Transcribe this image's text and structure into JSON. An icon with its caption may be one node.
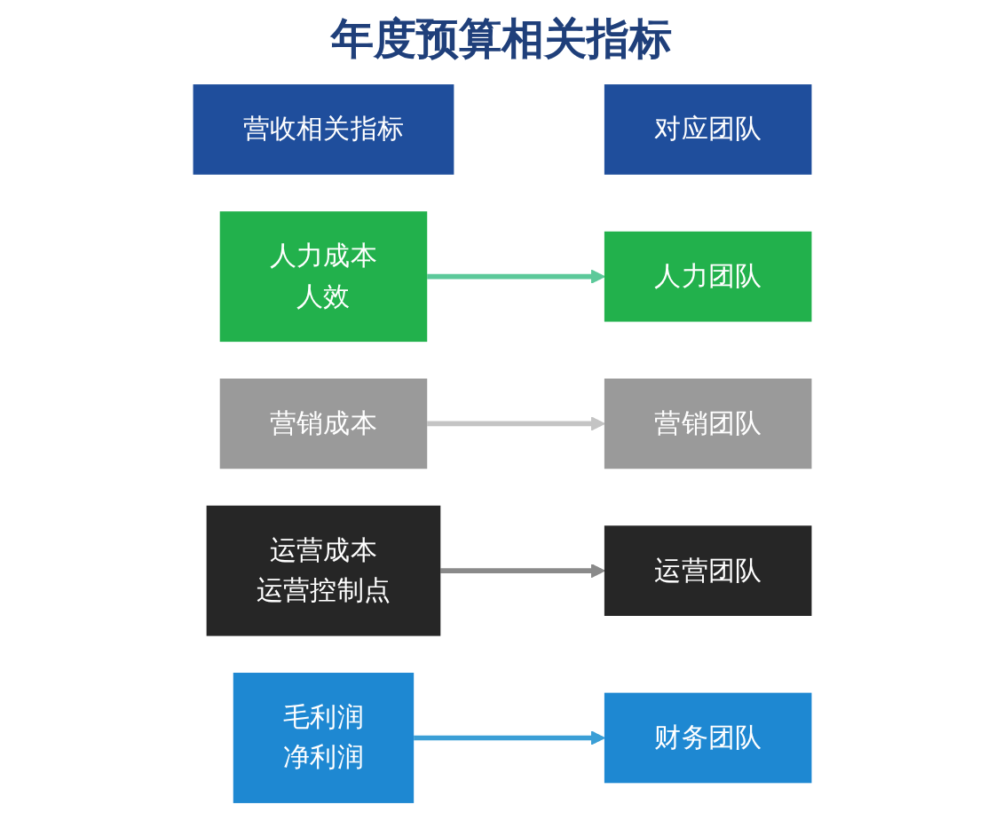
{
  "diagram": {
    "title": "年度预算相关指标",
    "nodes": [
      {
        "text": [
          "营收相关指标"
        ]
      },
      {
        "text": [
          "对应团队"
        ]
      },
      {
        "text": [
          "人力成本",
          "人效"
        ]
      },
      {
        "text": [
          "人力团队"
        ]
      },
      {
        "text": [
          "营销成本"
        ]
      },
      {
        "text": [
          "营销团队"
        ]
      },
      {
        "text": [
          "运营成本",
          "运营控制点"
        ]
      },
      {
        "text": [
          "运营团队"
        ]
      },
      {
        "text": [
          "毛利润",
          "净利润"
        ]
      },
      {
        "text": [
          "财务团队"
        ]
      }
    ],
    "edges": [
      {
        "from": 2,
        "to": 3,
        "arrow": "to",
        "color": "#5cc99a"
      },
      {
        "from": 4,
        "to": 5,
        "arrow": "to",
        "color": "#c4c4c4"
      },
      {
        "from": 6,
        "to": 7,
        "arrow": "to",
        "color": "#8a8a8a"
      },
      {
        "from": 8,
        "to": 9,
        "arrow": "to",
        "color": "#3b9fd6"
      }
    ]
  }
}
